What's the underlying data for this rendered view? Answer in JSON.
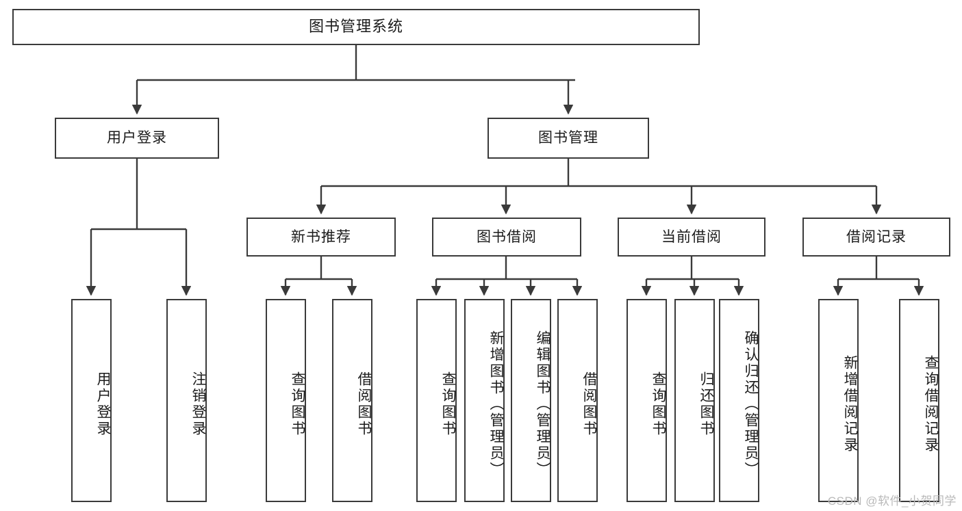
{
  "diagram": {
    "title": "图书管理系统",
    "type": "hierarchy-tree",
    "colors": {
      "background": "#ffffff",
      "node_fill": "#ffffff",
      "node_border": "#3a3a3a",
      "edge": "#3a3a3a",
      "text": "#1b1b1b",
      "watermark": "#b9b9b9"
    },
    "watermark": "CSDN @软件_小贺同学"
  },
  "nodes": {
    "root": {
      "label": "图书管理系统"
    },
    "level2": [
      {
        "id": "user-login",
        "label": "用户登录"
      },
      {
        "id": "book-manage",
        "label": "图书管理"
      }
    ],
    "level3": [
      {
        "id": "new-book-recommend",
        "label": "新书推荐"
      },
      {
        "id": "book-borrow",
        "label": "图书借阅"
      },
      {
        "id": "current-borrow",
        "label": "当前借阅"
      },
      {
        "id": "borrow-record",
        "label": "借阅记录"
      }
    ],
    "leaves": {
      "user_login": [
        {
          "id": "leaf-user-login",
          "label": "用户登录"
        },
        {
          "id": "leaf-logout-login",
          "label": "注销登录"
        }
      ],
      "new_book_recommend": [
        {
          "id": "leaf-query-book-1",
          "label": "查询图书"
        },
        {
          "id": "leaf-borrow-book-1",
          "label": "借阅图书"
        }
      ],
      "book_borrow": [
        {
          "id": "leaf-query-book-2",
          "label": "查询图书"
        },
        {
          "id": "leaf-add-book",
          "label": "新增图书（管理员）"
        },
        {
          "id": "leaf-edit-book",
          "label": "编辑图书（管理员）"
        },
        {
          "id": "leaf-borrow-book-2",
          "label": "借阅图书"
        }
      ],
      "current_borrow": [
        {
          "id": "leaf-query-book-3",
          "label": "查询图书"
        },
        {
          "id": "leaf-return-book",
          "label": "归还图书"
        },
        {
          "id": "leaf-confirm-return",
          "label": "确认归还（管理员）"
        }
      ],
      "borrow_record": [
        {
          "id": "leaf-add-borrow-record",
          "label": "新增借阅记录"
        },
        {
          "id": "leaf-query-borrow-record",
          "label": "查询借阅记录"
        }
      ]
    }
  }
}
